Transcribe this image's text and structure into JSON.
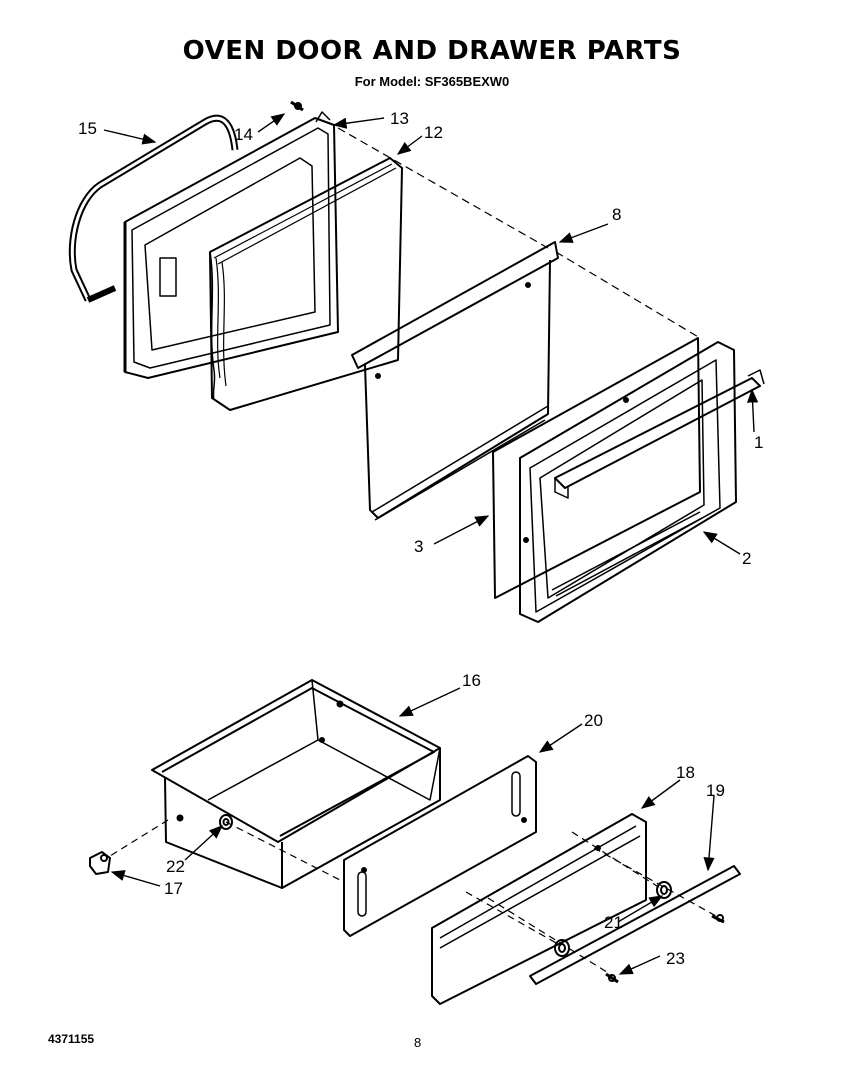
{
  "header": {
    "title": "OVEN DOOR AND DRAWER PARTS",
    "model_line": "For Model: SF365BEXW0"
  },
  "callouts": [
    "1",
    "2",
    "3",
    "8",
    "12",
    "13",
    "14",
    "15",
    "16",
    "17",
    "18",
    "19",
    "20",
    "21",
    "22",
    "23"
  ],
  "footer": {
    "document_number": "4371155",
    "page_number": "8"
  }
}
